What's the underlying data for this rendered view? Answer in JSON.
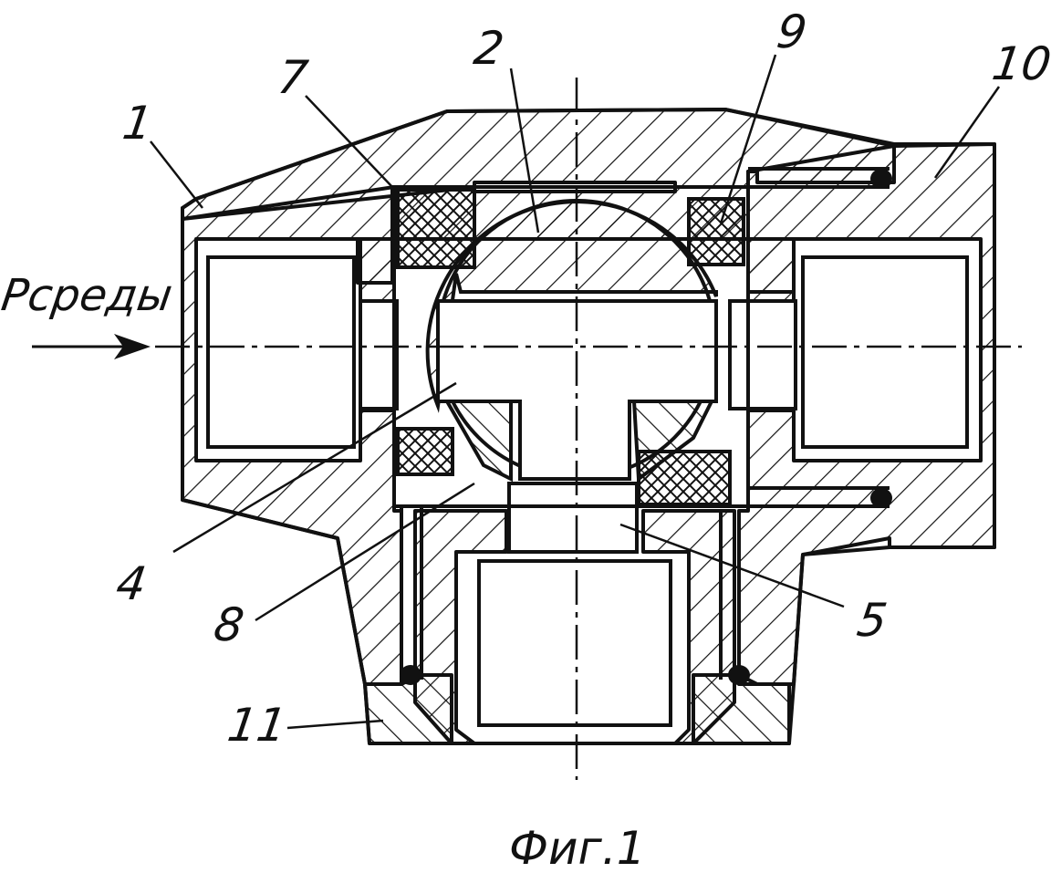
{
  "labels": {
    "n1": "1",
    "n2": "2",
    "n4": "4",
    "n5": "5",
    "n7": "7",
    "n8": "8",
    "n9": "9",
    "n10": "10",
    "n11": "11",
    "pressure": "Pсреды"
  },
  "caption": "Фиг.1",
  "colors": {
    "ink": "#111111",
    "paper": "#ffffff"
  }
}
